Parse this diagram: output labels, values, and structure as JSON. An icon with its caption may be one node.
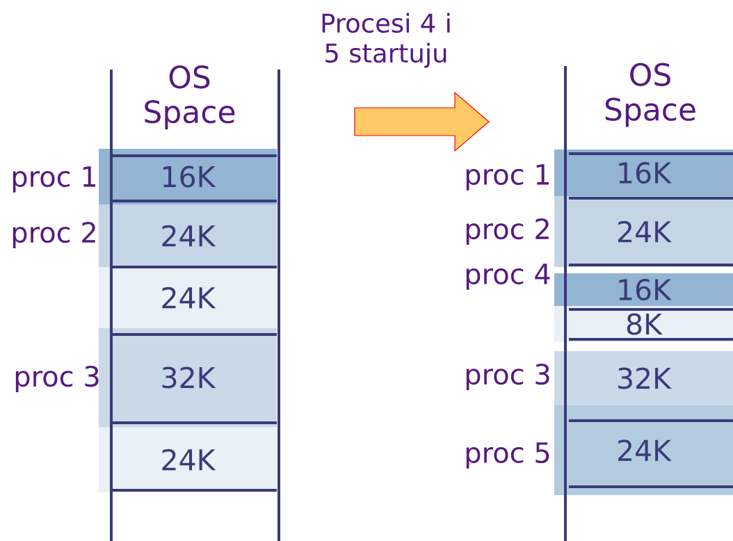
{
  "diagram": {
    "title": "Procesi 4 i 5 startuju",
    "nodes": [
      {
        "text": [
          "OS Space"
        ]
      },
      {
        "text": [
          "16K"
        ],
        "beside": [
          "proc 1"
        ]
      },
      {
        "text": [
          "24K"
        ],
        "beside": [
          "proc 2"
        ]
      },
      {
        "text": [
          "24K"
        ]
      },
      {
        "text": [
          "32K"
        ],
        "beside": [
          "proc 3"
        ]
      },
      {
        "text": [
          "24K"
        ]
      },
      {
        "text": [
          "OS Space"
        ]
      },
      {
        "text": [
          "16K"
        ],
        "beside": [
          "proc 1"
        ]
      },
      {
        "text": [
          "24K"
        ],
        "beside": [
          "proc 2"
        ]
      },
      {
        "text": [
          "16K"
        ],
        "beside": [
          "proc 4"
        ]
      },
      {
        "text": [
          "8K"
        ]
      },
      {
        "text": [
          "32K"
        ],
        "beside": [
          "proc 3"
        ]
      },
      {
        "text": [
          "24K"
        ],
        "beside": [
          "proc 5"
        ]
      }
    ]
  }
}
